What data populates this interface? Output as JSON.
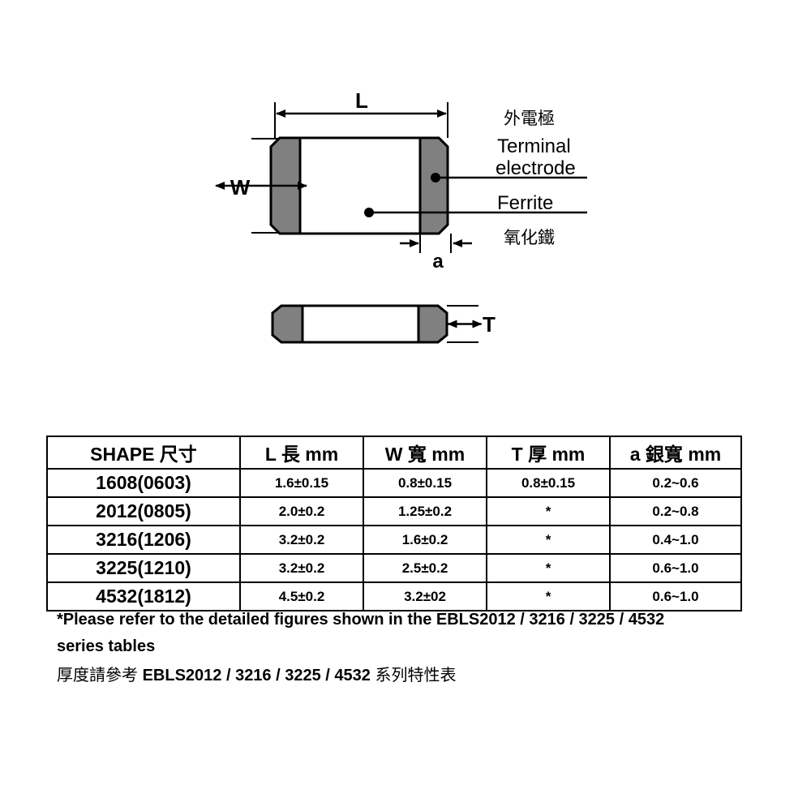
{
  "figure": {
    "dimension_labels": {
      "length": "L",
      "width": "W",
      "thickness": "T",
      "band": "a"
    },
    "callouts": {
      "terminal_zh": "外電極",
      "terminal_en_line1": "Terminal",
      "terminal_en_line2": "electrode",
      "ferrite_en": "Ferrite",
      "ferrite_zh": "氧化鐵"
    },
    "colors": {
      "electrode_fill": "#808080",
      "body_fill": "#ffffff",
      "outline": "#000000"
    }
  },
  "table": {
    "headers": [
      "SHAPE 尺寸",
      "L 長 mm",
      "W 寬 mm",
      "T 厚 mm",
      "a 銀寬 mm"
    ],
    "rows": [
      {
        "shape": "1608(0603)",
        "L": "1.6±0.15",
        "W": "0.8±0.15",
        "T": "0.8±0.15",
        "a": "0.2~0.6"
      },
      {
        "shape": "2012(0805)",
        "L": "2.0±0.2",
        "W": "1.25±0.2",
        "T": "*",
        "a": "0.2~0.8"
      },
      {
        "shape": "3216(1206)",
        "L": "3.2±0.2",
        "W": "1.6±0.2",
        "T": "*",
        "a": "0.4~1.0"
      },
      {
        "shape": "3225(1210)",
        "L": "3.2±0.2",
        "W": "2.5±0.2",
        "T": "*",
        "a": "0.6~1.0"
      },
      {
        "shape": "4532(1812)",
        "L": "4.5±0.2",
        "W": "3.2±02",
        "T": "*",
        "a": "0.6~1.0"
      }
    ]
  },
  "notes": {
    "english_line1": "*Please refer to the detailed figures shown in the EBLS2012 / 3216 / 3225 / 4532",
    "english_line2": "series tables",
    "chinese_prefix": "厚度請參考 ",
    "chinese_bold": "EBLS2012 / 3216 / 3225 / 4532",
    "chinese_suffix": " 系列特性表"
  }
}
